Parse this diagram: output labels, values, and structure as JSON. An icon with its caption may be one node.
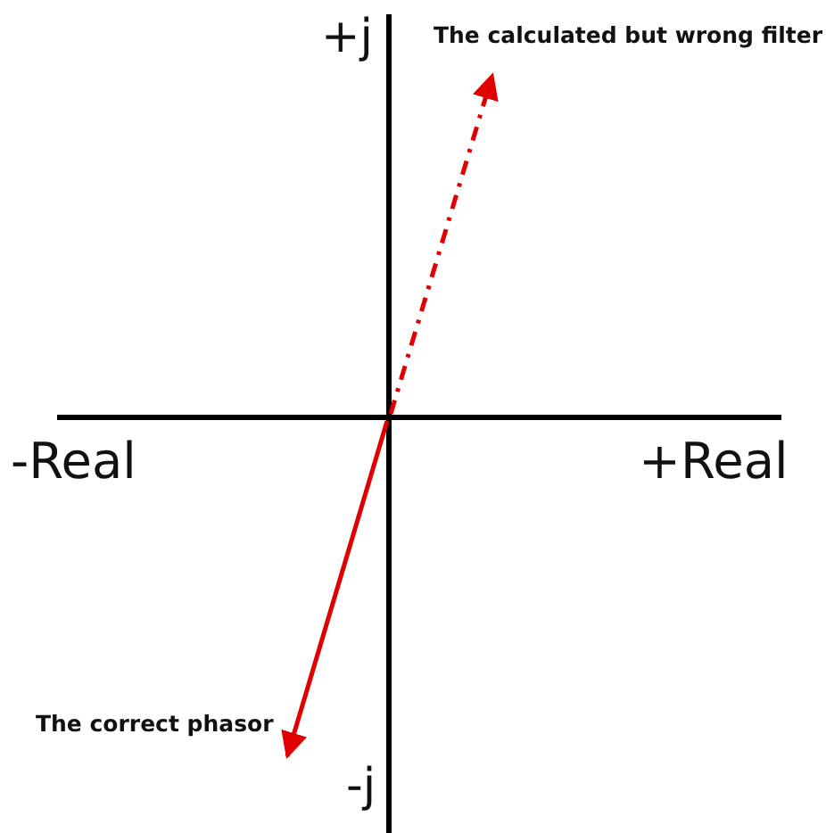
{
  "diagram": {
    "labels": [
      "+j",
      "The calculated but wrong filter",
      "-Real",
      "+Real",
      "The correct phasor",
      "-j"
    ]
  }
}
